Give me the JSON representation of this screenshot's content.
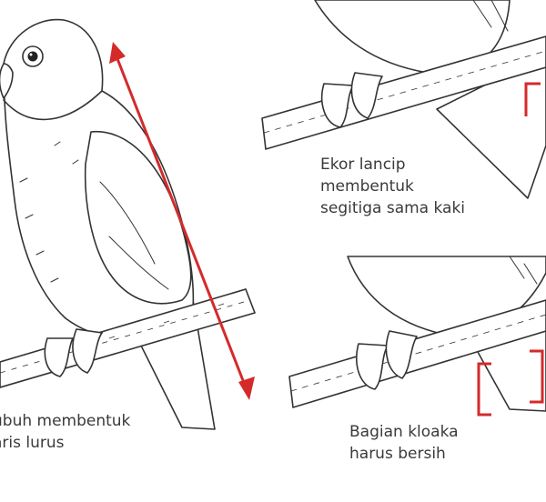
{
  "captions": {
    "main_line1": "ubuh membentuk",
    "main_line2": "aris lurus",
    "tail_line1": "Ekor lancip",
    "tail_line2": "membentuk",
    "tail_line3": "segitiga sama kaki",
    "cloaca_line1": "Bagian kloaka",
    "cloaca_line2": "harus bersih"
  },
  "colors": {
    "marker": "#d42a2a",
    "lineart": "#333333",
    "text": "#3a3a3a",
    "background": "#ffffff"
  },
  "icons": {
    "arrow": "double-headed-arrow",
    "bracket": "square-bracket"
  }
}
